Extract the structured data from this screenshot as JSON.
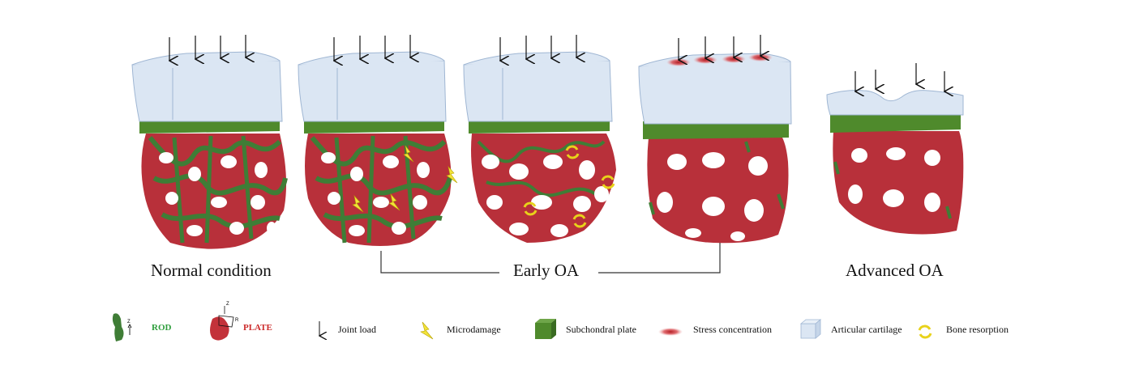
{
  "stages": [
    {
      "label": "Normal condition"
    },
    {
      "label": "Early OA"
    },
    {
      "label": "Advanced OA"
    }
  ],
  "legend": {
    "rod": "ROD",
    "plate": "PLATE",
    "joint_load": "Joint load",
    "microdamage": "Microdamage",
    "subchondral_plate": "Subchondral plate",
    "stress_concentration": "Stress concentration",
    "articular_cartilage": "Articular cartilage",
    "bone_resorption": "Bone resorption",
    "axis_z": "Z",
    "axis_r": "R"
  },
  "colors": {
    "cartilage": "#dbe6f3",
    "cartilage_edge": "#9fb6d3",
    "subchondral": "#4f8a2c",
    "plate_red": "#c3323a",
    "rod_green": "#3f7d36",
    "microdamage_yellow": "#f2e33a",
    "resorption_yellow": "#e8d21a"
  },
  "icons": [
    "down-arrow-icon",
    "lightning-bolt-icon",
    "green-cube-icon",
    "red-ellipse-icon",
    "blue-cube-icon",
    "circular-arrows-icon"
  ]
}
